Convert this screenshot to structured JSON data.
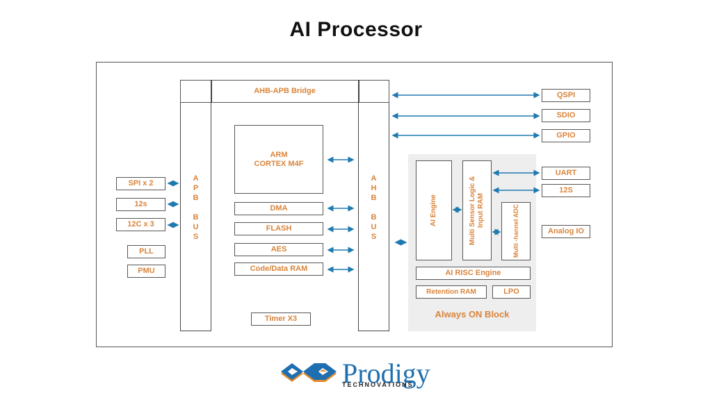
{
  "title": "AI Processor",
  "colors": {
    "label": "#d9843a",
    "arrow": "#1f7ab0",
    "border": "#555555",
    "always_on_bg": "#eeeeee"
  },
  "bridge": "AHB-APB Bridge",
  "apb_bus": "A\nP\nB\n\nB\nU\nS",
  "ahb_bus": "A\nH\nB\n\nB\nU\nS",
  "cpu": "ARM\nCORTEX M4F",
  "center_blocks": [
    "DMA",
    "FLASH",
    "AES",
    "Code/Data RAM"
  ],
  "timer": "Timer X3",
  "left_peripherals": [
    "SPI x 2",
    "12s",
    "12C x 3",
    "PLL",
    "PMU"
  ],
  "right_peripherals": [
    "QSPI",
    "SDIO",
    "GPIO",
    "UART",
    "12S",
    "Analog IO"
  ],
  "always_on": {
    "ai_engine": "AI Engine",
    "multi_sensor": "Multi Sensor Logic & Input RAM",
    "adc": "Multi -hannel ADC",
    "risc": "AI RISC Engine",
    "retention_ram": "Retention RAM",
    "lpo": "LPO",
    "label": "Always ON Block"
  },
  "logo": {
    "name": "Prodigy",
    "sub": "TECHNOVATIONS"
  }
}
